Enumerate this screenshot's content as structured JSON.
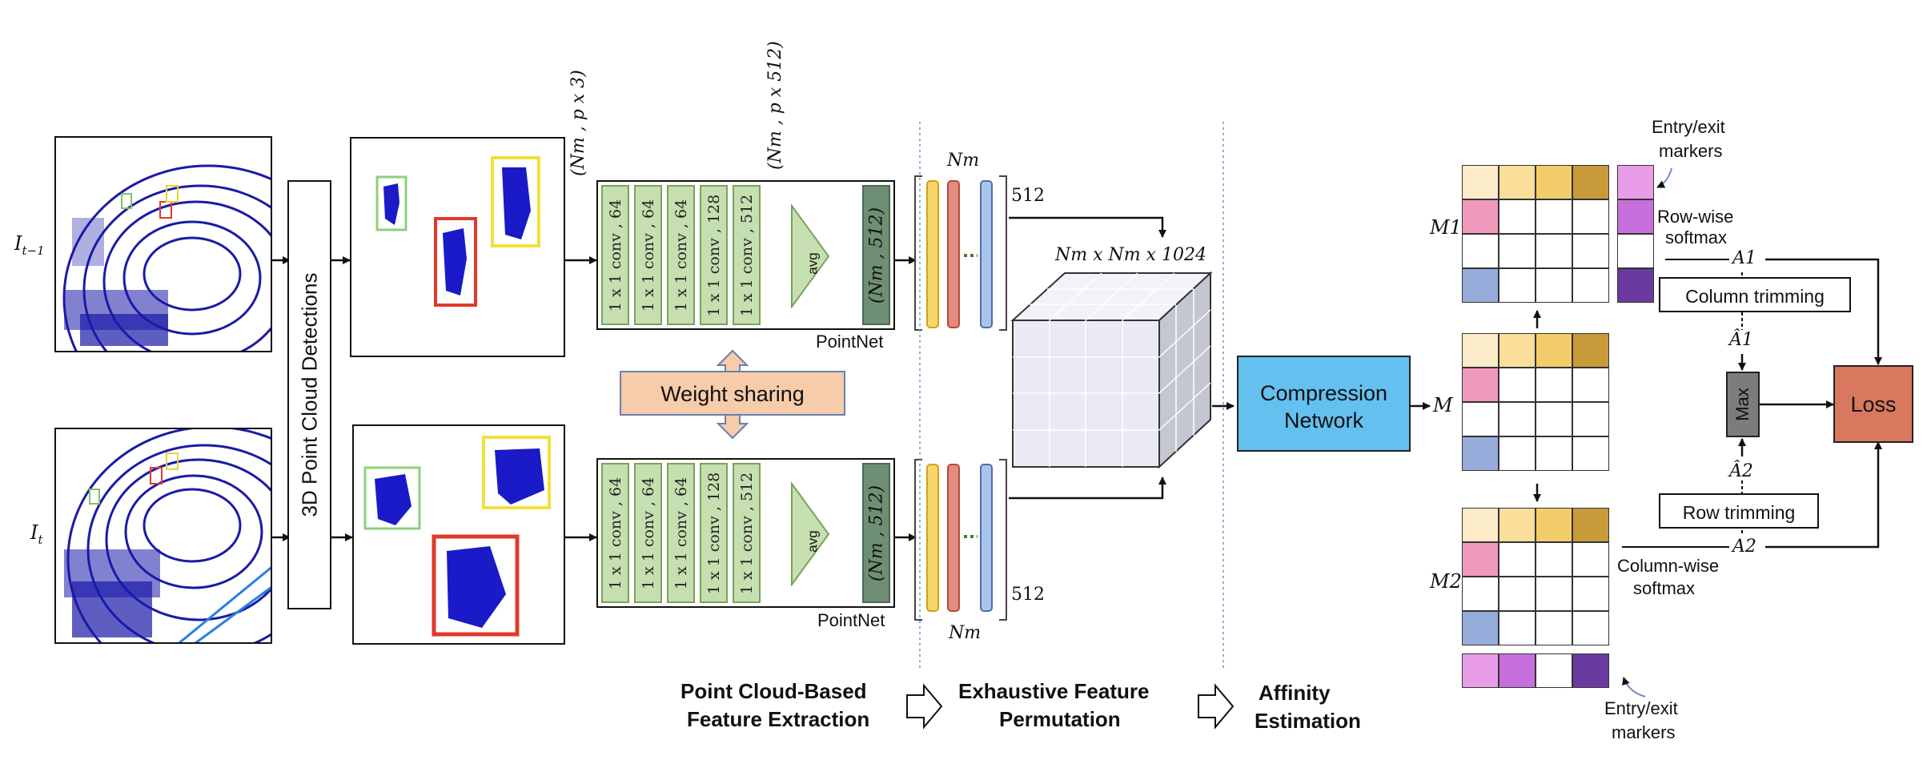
{
  "colors": {
    "conv_fill": "#c6dfb0",
    "conv_border": "#7aa35a",
    "pool_out": "#6f8f74",
    "weight_sharing_fill": "#f6ccaa",
    "compression_fill": "#63c0ef",
    "max_fill": "#7c7c7c",
    "loss_fill": "#d9775f",
    "feat_yellow": "#f7d66a",
    "feat_red": "#e58a7e",
    "feat_blue": "#a9c4ea",
    "cube_face": "#e9eaf4",
    "cube_side": "#c4c6d2",
    "marker_1": "#e99de8",
    "marker_2": "#c86fde",
    "marker_4": "#6a3aa0",
    "row_pink": "#ee99bb",
    "row_blue": "#96acdb",
    "hdr_1": "#fcebc8",
    "hdr_2": "#f9df9a",
    "hdr_3": "#f3cd6a",
    "hdr_4": "#c99a3a"
  },
  "frames": {
    "prev_label": "I_{t−1}",
    "curr_label": "I_t"
  },
  "detector_label": "3D Point Cloud Detections",
  "pointnet": {
    "name": "PointNet",
    "layers": [
      "1 x 1 conv , 64",
      "1 x 1 conv , 64",
      "1 x 1 conv , 64",
      "1 x 1 conv , 128",
      "1 x 1 conv , 512"
    ],
    "pool": "avg",
    "output": "(Nm , 512)",
    "input_dim": "(Nm , p x 3)",
    "feature_dim": "(Nm , p x 512)"
  },
  "weight_sharing": "Weight sharing",
  "feature_width_label": "Nm",
  "feature_depth_label": "512",
  "tensor_label": "Nm x Nm x 1024",
  "compression": {
    "line1": "Compression",
    "line2": "Network"
  },
  "affinity_label": "M",
  "matrix_labels": {
    "m1": "M1",
    "m2": "M2"
  },
  "annotations": {
    "entry_exit_top": [
      "Entry/exit",
      "markers"
    ],
    "entry_exit_bottom": [
      "Entry/exit",
      "markers"
    ],
    "row_softmax": [
      "Row-wise",
      "softmax"
    ],
    "col_softmax": [
      "Column-wise",
      "softmax"
    ]
  },
  "trimming": {
    "column": "Column trimming",
    "row": "Row trimming"
  },
  "symbols": {
    "a1": "A1",
    "a1_hat": "Â1",
    "a2": "A2",
    "a2_hat": "Â2"
  },
  "max_label": "Max",
  "loss_label": "Loss",
  "stages": {
    "extraction": [
      "Point Cloud-Based",
      "Feature Extraction"
    ],
    "permutation": [
      "Exhaustive Feature",
      "Permutation"
    ],
    "affinity": [
      "Affinity",
      "Estimation"
    ]
  }
}
